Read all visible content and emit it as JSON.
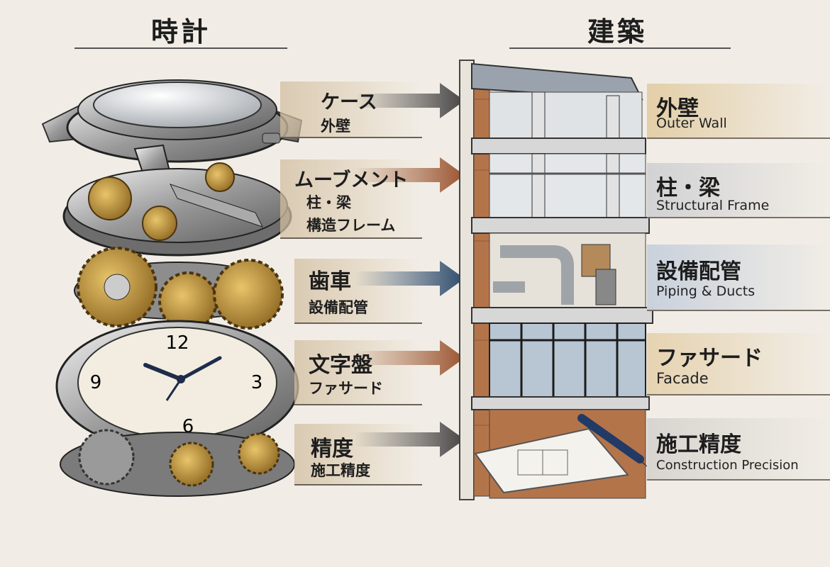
{
  "left_title": "時計",
  "right_title": "建築",
  "watch_rows": [
    {
      "part": "ケース",
      "maps_to": "外壁",
      "arrow_color": "#474545"
    },
    {
      "part": "ムーブメント",
      "maps_to": "柱・梁",
      "maps_to_2": "構造フレーム",
      "arrow_color": "#9b5530"
    },
    {
      "part": "歯車",
      "maps_to": "設備配管",
      "arrow_color": "#2f4d6d"
    },
    {
      "part": "文字盤",
      "maps_to": "ファサード",
      "arrow_color": "#9b5530"
    },
    {
      "part": "精度",
      "maps_to": "施工精度",
      "arrow_color": "#474545"
    }
  ],
  "building_rows": [
    {
      "jp": "外壁",
      "en": "Outer Wall",
      "tint": "#e3cfa8"
    },
    {
      "jp": "柱・梁",
      "en": "Structural Frame",
      "tint": "#d2d2d4"
    },
    {
      "jp": "設備配管",
      "en": "Piping & Ducts",
      "tint": "#c9d1dc"
    },
    {
      "jp": "ファサード",
      "en": "Facade",
      "tint": "#e6d3b0"
    },
    {
      "jp": "施工精度",
      "en": "Construction Precision",
      "tint": "#d8d4cf"
    }
  ],
  "dial_numbers": [
    "12",
    "3",
    "6",
    "9"
  ]
}
